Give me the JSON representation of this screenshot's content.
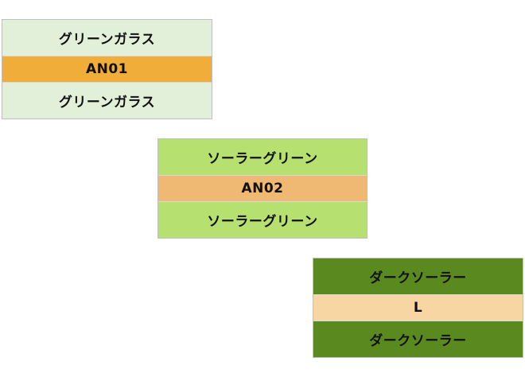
{
  "stacks": [
    {
      "top": "グリーンガラス",
      "middle": "AN01",
      "bottom": "グリーンガラス"
    },
    {
      "top": "ソーラーグリーン",
      "middle": "AN02",
      "bottom": "ソーラーグリーン"
    },
    {
      "top": "ダークソーラー",
      "middle": "L",
      "bottom": "ダークソーラー"
    }
  ],
  "colors": {
    "stack1_outer": "#e2f0d9",
    "stack1_middle": "#f0ad39",
    "stack2_outer": "#b6e06f",
    "stack2_middle": "#efb973",
    "stack3_outer": "#5a891f",
    "stack3_middle": "#f7d6a4"
  }
}
